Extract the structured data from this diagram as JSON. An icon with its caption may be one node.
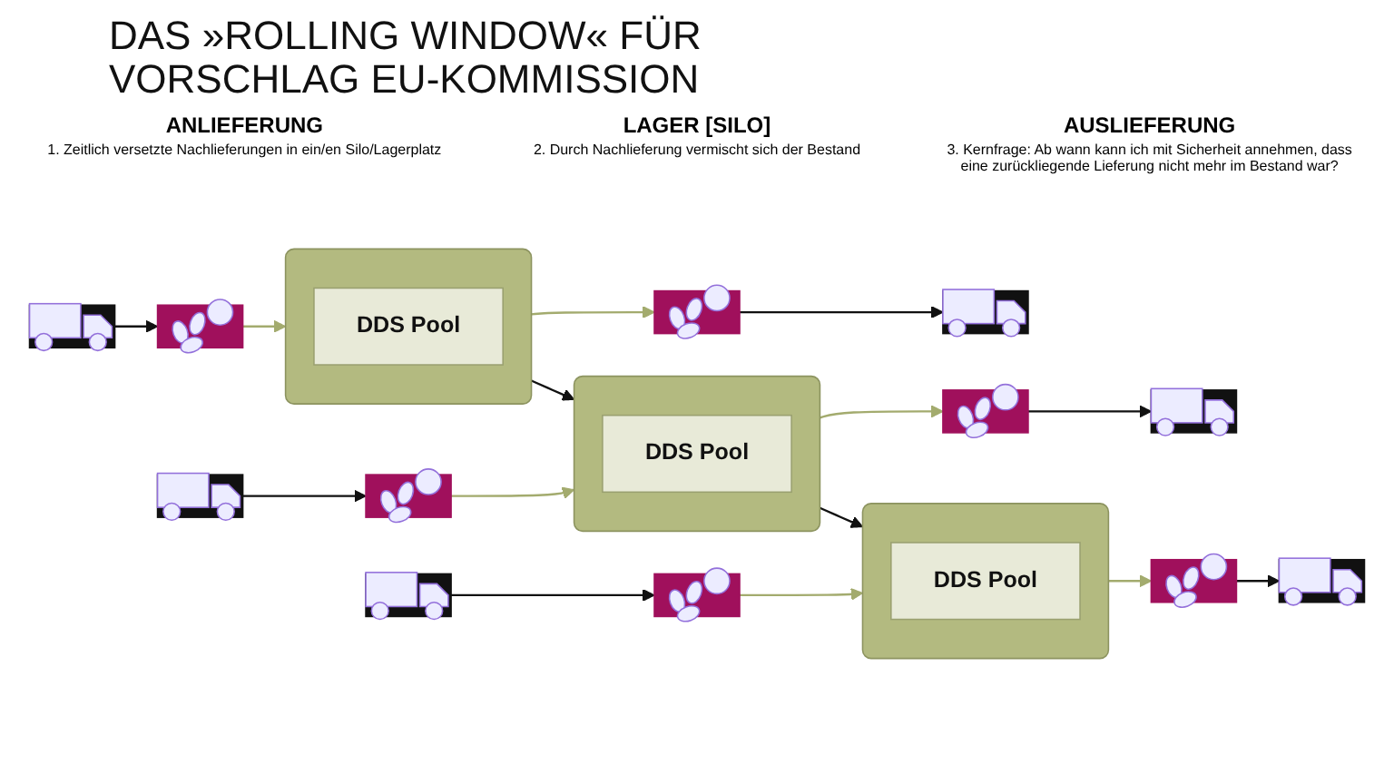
{
  "diagram": {
    "title": "DAS »ROLLING WINDOW« FÜR VORSCHLAG EU-KOMMISSION",
    "nodes": [
      {
        "text": [],
        "shape": "picture"
      },
      {
        "text": [],
        "shape": "picture"
      },
      {
        "text": [],
        "shape": "box"
      },
      {
        "text": [
          "DDS Pool"
        ],
        "in": 2
      },
      {
        "text": [],
        "shape": "picture"
      },
      {
        "text": [],
        "shape": "picture"
      },
      {
        "text": [],
        "shape": "picture"
      },
      {
        "text": [],
        "shape": "picture"
      },
      {
        "text": [],
        "shape": "box"
      },
      {
        "text": [
          "DDS Pool"
        ],
        "in": 8
      },
      {
        "text": [],
        "shape": "picture"
      },
      {
        "text": [],
        "shape": "picture"
      },
      {
        "text": [],
        "shape": "picture"
      },
      {
        "text": [],
        "shape": "picture"
      },
      {
        "text": [],
        "shape": "box"
      },
      {
        "text": [
          "DDS Pool"
        ],
        "in": 14
      },
      {
        "text": [],
        "shape": "picture"
      },
      {
        "text": [],
        "shape": "picture"
      }
    ],
    "edges": [
      {
        "from": 0,
        "to": 1,
        "arrow": "to"
      },
      {
        "from": 1,
        "to": 2,
        "arrow": "to",
        "color": "#a3ab6e"
      },
      {
        "from": 2,
        "to": 4,
        "arrow": "to",
        "color": "#a3ab6e"
      },
      {
        "from": 4,
        "to": 5,
        "arrow": "to"
      },
      {
        "from": 2,
        "to": 8,
        "arrow": "to"
      },
      {
        "from": 6,
        "to": 7,
        "arrow": "to"
      },
      {
        "from": 7,
        "to": 8,
        "arrow": "to",
        "color": "#a3ab6e"
      },
      {
        "from": 8,
        "to": 10,
        "arrow": "to",
        "color": "#a3ab6e"
      },
      {
        "from": 10,
        "to": 11,
        "arrow": "to"
      },
      {
        "from": 8,
        "to": 14,
        "arrow": "to"
      },
      {
        "from": 12,
        "to": 13,
        "arrow": "to"
      },
      {
        "from": 13,
        "to": 14,
        "arrow": "to",
        "color": "#a3ab6e"
      },
      {
        "from": 14,
        "to": 16,
        "arrow": "to",
        "color": "#a3ab6e"
      },
      {
        "from": 16,
        "to": 17,
        "arrow": "to"
      }
    ],
    "labels": [
      "ANLIEFERUNG",
      "1. Zeitlich versetzte Nachlieferungen in ein/en Silo/Lagerplatz",
      "LAGER [SILO]",
      "2. Durch Nachlieferung vermischt sich der Bestand",
      "AUSLIEFERUNG",
      "3. Kernfrage: Ab wann kann ich mit Sicherheit annehmen, dass eine zurückliegende Lieferung nicht mehr im Bestand war?"
    ]
  }
}
